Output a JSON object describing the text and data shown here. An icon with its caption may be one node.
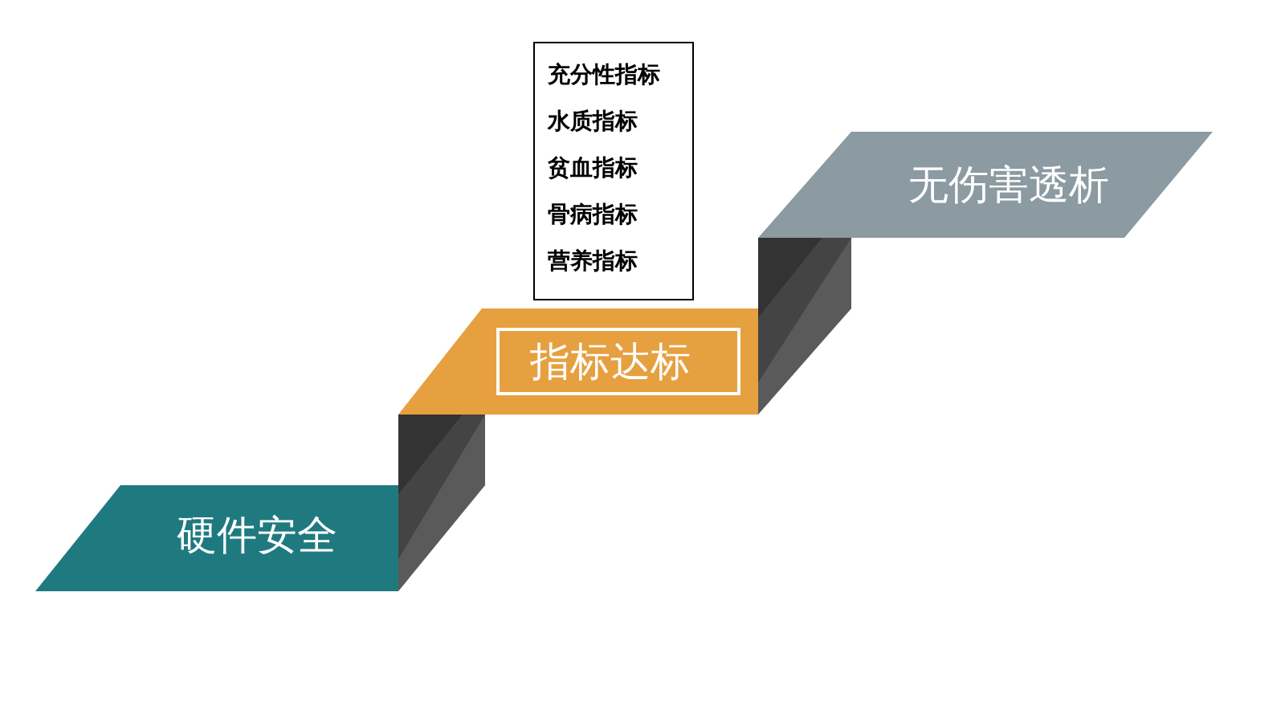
{
  "diagram": {
    "nodes": [
      {
        "text": [
          "硬件安全"
        ]
      },
      {
        "text": [
          "指标达标"
        ]
      },
      {
        "text": [
          "无伤害透析"
        ]
      },
      {
        "text": [
          "充分性指标",
          "水质指标",
          "贫血指标",
          "骨病指标",
          "营养指标"
        ]
      }
    ],
    "edges": []
  }
}
